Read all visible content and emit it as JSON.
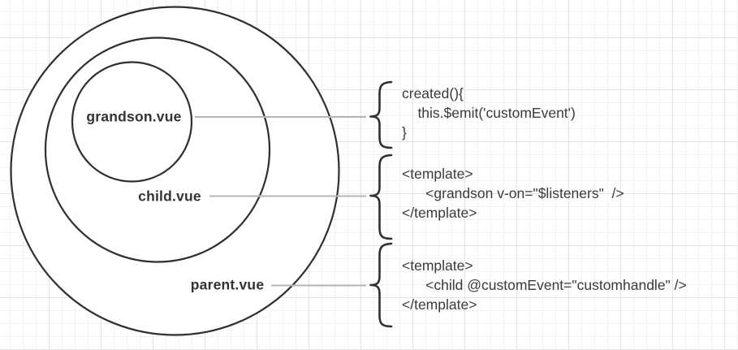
{
  "diagram": {
    "circles": [
      {
        "id": "grandson",
        "label": "grandson.vue"
      },
      {
        "id": "child",
        "label": "child.vue"
      },
      {
        "id": "parent",
        "label": "parent.vue"
      }
    ],
    "code_blocks": [
      {
        "for": "grandson.vue",
        "lines": [
          "created(){",
          "    this.$emit('customEvent')",
          "}"
        ]
      },
      {
        "for": "child.vue",
        "lines": [
          "<template>",
          "      <grandson v-on=\"$listeners\"  />",
          "</template>"
        ]
      },
      {
        "for": "parent.vue",
        "lines": [
          "<template>",
          "      <child @customEvent=\"customhandle\" />",
          "</template>"
        ]
      }
    ],
    "colors": {
      "shape_stroke": "#2f2f2f",
      "connector_line": "#b5b5b5",
      "label_text": "#333333",
      "code_text": "#3a3a3a",
      "grid_minor": "#f2f2f4",
      "grid_major": "#e4e4e8",
      "background": "#ffffff",
      "circle_fill": "#ffffff"
    }
  }
}
